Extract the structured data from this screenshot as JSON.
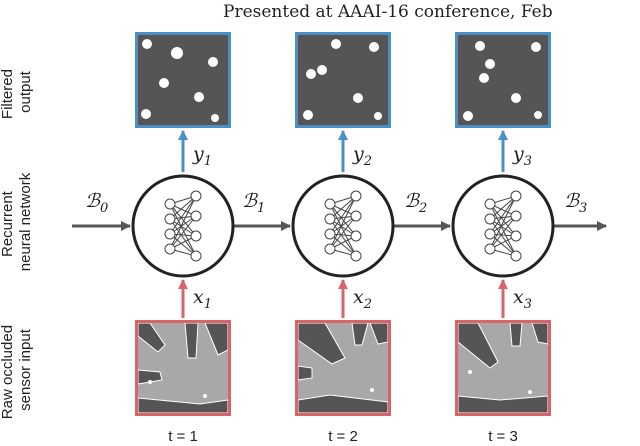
{
  "header": {
    "text": "Presented at AAAI-16 conference, Feb"
  },
  "row_labels": {
    "output": [
      "Filtered",
      "output"
    ],
    "rnn": [
      "Recurrent",
      "neural network"
    ],
    "input": [
      "Raw occluded",
      "sensor input"
    ]
  },
  "belief_states": [
    {
      "symbol": "ℬ",
      "sub": "0"
    },
    {
      "symbol": "ℬ",
      "sub": "1"
    },
    {
      "symbol": "ℬ",
      "sub": "2"
    },
    {
      "symbol": "ℬ",
      "sub": "3"
    }
  ],
  "steps": [
    {
      "time_label": "t = 1",
      "input_var": "x",
      "input_sub": "1",
      "output_var": "y",
      "output_sub": "1"
    },
    {
      "time_label": "t = 2",
      "input_var": "x",
      "input_sub": "2",
      "output_var": "y",
      "output_sub": "2"
    },
    {
      "time_label": "t = 3",
      "input_var": "x",
      "input_sub": "3",
      "output_var": "y",
      "output_sub": "3"
    }
  ],
  "colors": {
    "output_frame": "#4a90c4",
    "input_frame": "#d9646c",
    "output_arrow": "#4a90c4",
    "input_arrow": "#d9646c",
    "recurrent_arrow": "#555555",
    "output_image_bg": "#555555",
    "input_image_bg": "#a8a8a8"
  }
}
